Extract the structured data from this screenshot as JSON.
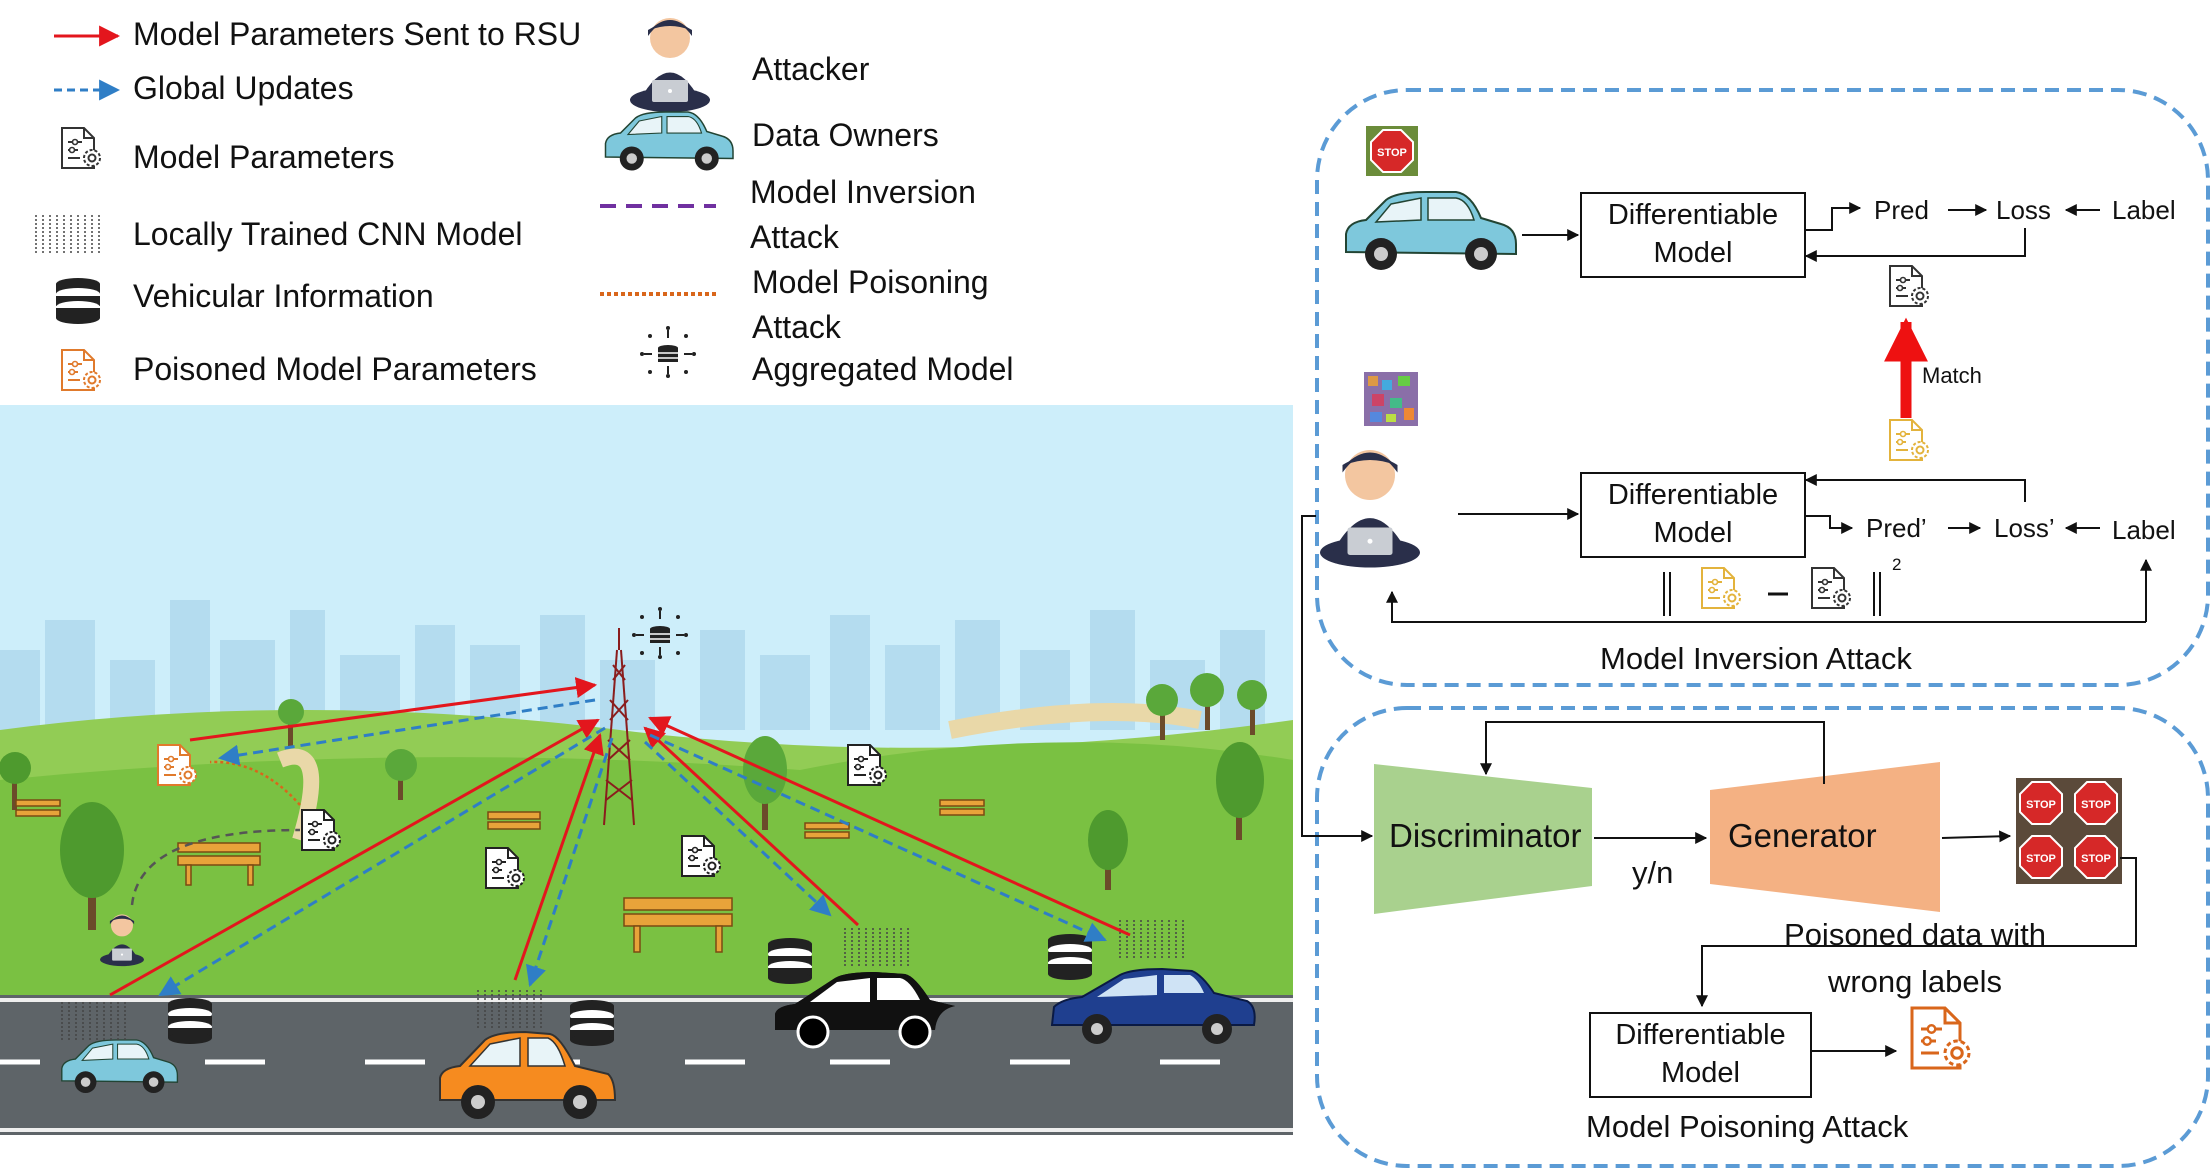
{
  "legend": {
    "sent_to_rsu": "Model Parameters Sent to RSU",
    "global_updates": "Global Updates",
    "model_parameters": "Model Parameters",
    "local_cnn": "Locally Trained CNN Model",
    "vehicular_info": "Vehicular Information",
    "poisoned_params": "Poisoned Model Parameters",
    "attacker": "Attacker",
    "data_owners": "Data Owners",
    "inversion_attack": "Model Inversion\nAttack",
    "poisoning_attack": "Model Poisoning\nAttack",
    "aggregated_model": "Aggregated Model"
  },
  "inversion_panel": {
    "title": "Model Inversion Attack",
    "top_model": "Differentiable\nModel",
    "bottom_model": "Differentiable\nModel",
    "pred": "Pred",
    "loss": "Loss",
    "label_top": "Label",
    "match": "Match",
    "pred_prime": "Pred’",
    "loss_prime": "Loss’",
    "label_bottom": "Label",
    "norm_exponent": "2",
    "stop_sign": "STOP"
  },
  "poisoning_panel": {
    "title": "Model Poisoning Attack",
    "discriminator": "Discriminator",
    "generator": "Generator",
    "yn": "y/n",
    "poisoned_data": "Poisoned data with\nwrong labels",
    "model": "Differentiable\nModel",
    "stop_label": "STOP"
  },
  "colors": {
    "red_arrow": "#e3161d",
    "blue_dashed": "#2f7ec6",
    "purple_dashed": "#7030a0",
    "orange_dotted": "#d9661b",
    "panel_border": "#5b9bd5",
    "sky": "#cdeefa",
    "grass": "#7ac142",
    "road": "#5e6468",
    "car_light_blue": "#7ec8dc",
    "car_orange": "#f68b1f",
    "car_black": "#111111",
    "car_navy": "#1f3f8f",
    "discriminator": "#a9d18e",
    "generator": "#f4b183",
    "match_arrow": "#ee1111"
  }
}
